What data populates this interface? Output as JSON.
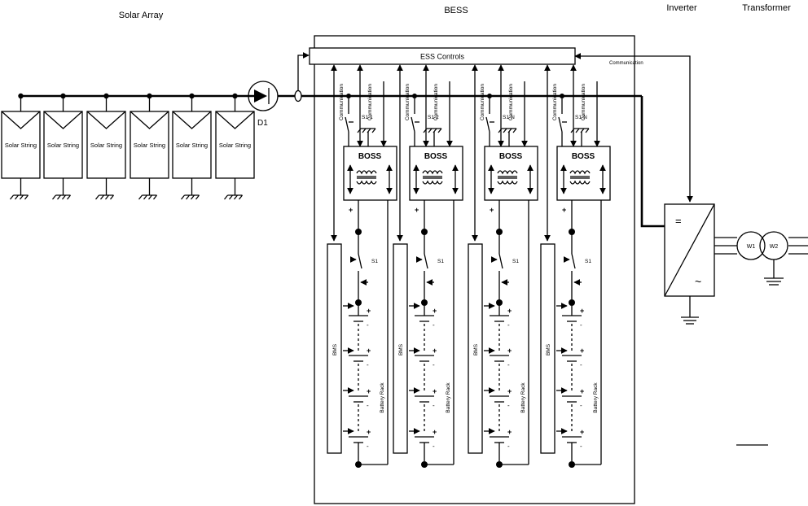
{
  "sections": {
    "solar_array": "Solar Array",
    "bess": "BESS",
    "inverter": "Inverter",
    "transformer": "Transformer"
  },
  "solar_strings": [
    "Solar String",
    "Solar String",
    "Solar String",
    "Solar String",
    "Solar String",
    "Solar String"
  ],
  "diode": "D1",
  "ess_controls": "ESS Controls",
  "communication": "Communication",
  "inverter_symbols": {
    "dc": "=",
    "ac": "~"
  },
  "windings": [
    "W1",
    "W2"
  ],
  "units": [
    {
      "switch": "S1-1",
      "boss": "BOSS",
      "rack_switch": "S1",
      "bms": "BMS",
      "rack": "Battery Rack"
    },
    {
      "switch": "S1-2",
      "boss": "BOSS",
      "rack_switch": "S1",
      "bms": "BMS",
      "rack": "Battery Rack"
    },
    {
      "switch": "S1-N",
      "boss": "BOSS",
      "rack_switch": "S1",
      "bms": "BMS",
      "rack": "Battery Rack"
    },
    {
      "switch": "S1-N",
      "boss": "BOSS",
      "rack_switch": "S1",
      "bms": "BMS",
      "rack": "Battery Rack"
    }
  ],
  "polarity": {
    "plus": "+",
    "minus": "-"
  }
}
